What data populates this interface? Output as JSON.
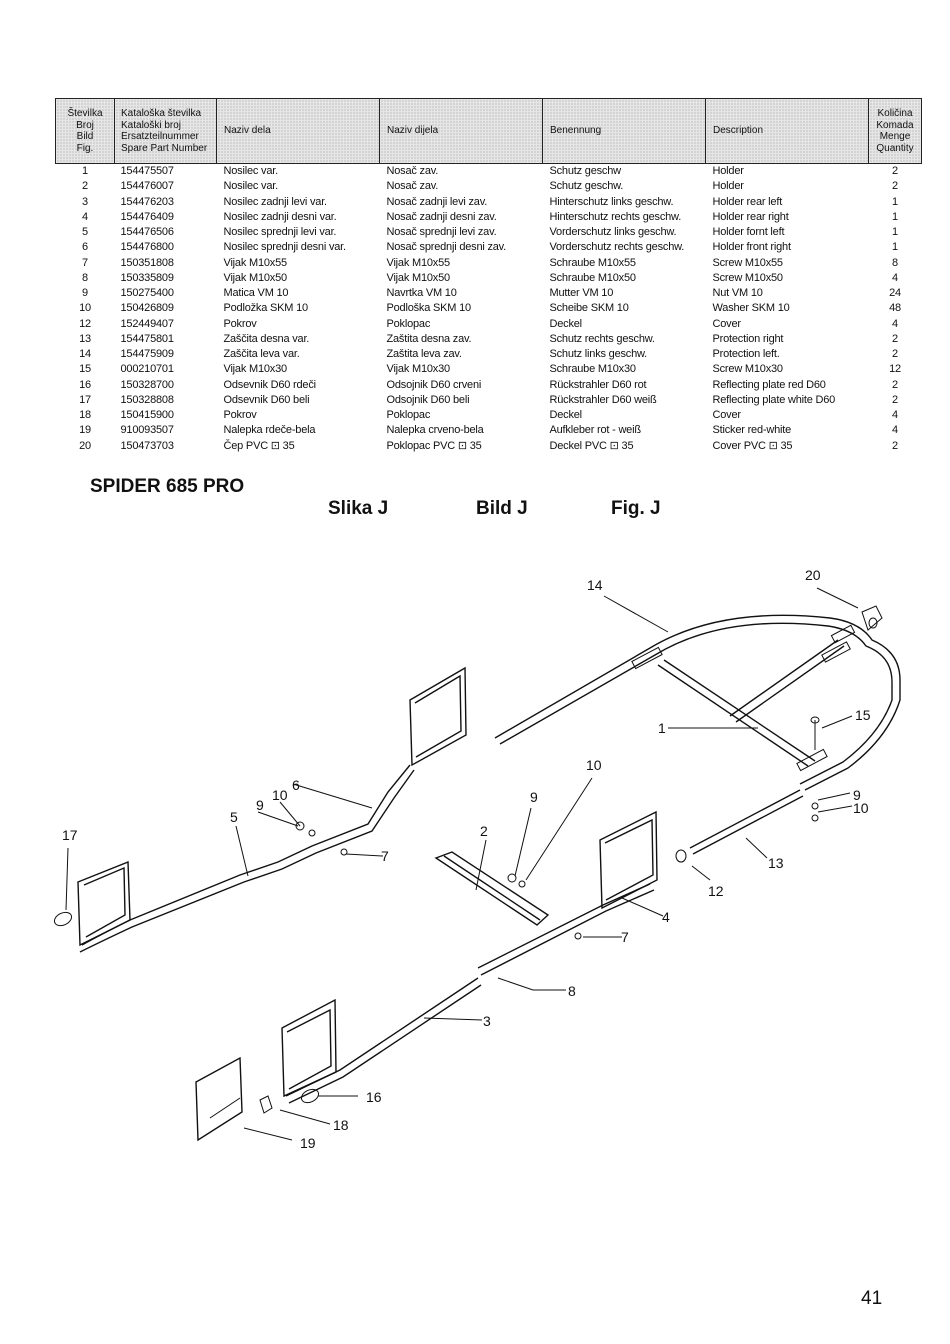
{
  "table": {
    "headers": [
      [
        "Številka",
        "Broj",
        "Bild",
        "Fig."
      ],
      [
        "Kataloška številka",
        "Kataloški broj",
        "Ersatzteilnummer",
        "Spare Part Number"
      ],
      [
        "Naziv dela"
      ],
      [
        "Naziv dijela"
      ],
      [
        "Benennung"
      ],
      [
        "Description"
      ],
      [
        "Količina",
        "Komada",
        "Menge",
        "Quantity"
      ]
    ],
    "rows": [
      [
        "1",
        "154475507",
        "Nosilec var.",
        "Nosač zav.",
        "Schutz geschw",
        "Holder",
        "2"
      ],
      [
        "2",
        "154476007",
        "Nosilec var.",
        "Nosač zav.",
        "Schutz geschw.",
        "Holder",
        "2"
      ],
      [
        "3",
        "154476203",
        "Nosilec zadnji levi var.",
        "Nosač zadnji levi zav.",
        "Hinterschutz links geschw.",
        "Holder rear left",
        "1"
      ],
      [
        "4",
        "154476409",
        "Nosilec zadnji desni var.",
        "Nosač zadnji desni zav.",
        "Hinterschutz rechts geschw.",
        "Holder rear right",
        "1"
      ],
      [
        "5",
        "154476506",
        "Nosilec sprednji levi var.",
        "Nosač sprednji levi zav.",
        "Vorderschutz links geschw.",
        "Holder fornt left",
        "1"
      ],
      [
        "6",
        "154476800",
        "Nosilec sprednji desni var.",
        "Nosač sprednji desni zav.",
        "Vorderschutz rechts geschw.",
        "Holder front right",
        "1"
      ],
      [
        "7",
        "150351808",
        "Vijak M10x55",
        "Vijak M10x55",
        "Schraube M10x55",
        "Screw M10x55",
        "8"
      ],
      [
        "8",
        "150335809",
        "Vijak M10x50",
        "Vijak M10x50",
        "Schraube M10x50",
        "Screw M10x50",
        "4"
      ],
      [
        "9",
        "150275400",
        "Matica VM 10",
        "Navrtka VM 10",
        "Mutter VM 10",
        "Nut VM 10",
        "24"
      ],
      [
        "10",
        "150426809",
        "Podložka SKM 10",
        "Podloška SKM 10",
        "Scheibe SKM 10",
        "Washer SKM 10",
        "48"
      ],
      [
        "12",
        "152449407",
        "Pokrov",
        "Poklopac",
        "Deckel",
        "Cover",
        "4"
      ],
      [
        "13",
        "154475801",
        "Zaščita desna var.",
        "Zaštita desna zav.",
        "Schutz rechts geschw.",
        "Protection right",
        "2"
      ],
      [
        "14",
        "154475909",
        "Zaščita leva var.",
        "Zaštita leva zav.",
        "Schutz links geschw.",
        "Protection left.",
        "2"
      ],
      [
        "15",
        "000210701",
        "Vijak M10x30",
        "Vijak M10x30",
        "Schraube M10x30",
        "Screw M10x30",
        "12"
      ],
      [
        "16",
        "150328700",
        "Odsevnik D60 rdeči",
        "Odsojnik D60 crveni",
        "Rückstrahler D60 rot",
        "Reflecting plate red D60",
        "2"
      ],
      [
        "17",
        "150328808",
        "Odsevnik D60 beli",
        "Odsojnik D60 beli",
        "Rückstrahler D60 weiß",
        "Reflecting plate white D60",
        "2"
      ],
      [
        "18",
        "150415900",
        "Pokrov",
        "Poklopac",
        "Deckel",
        "Cover",
        "4"
      ],
      [
        "19",
        "910093507",
        "Nalepka rdeče-bela",
        "Nalepka crveno-bela",
        "Aufkleber rot - weiß",
        "Sticker red-white",
        "4"
      ],
      [
        "20",
        "150473703",
        "Čep PVC ⊡ 35",
        "Poklopac PVC ⊡ 35",
        "Deckel PVC ⊡ 35",
        "Cover PVC ⊡ 35",
        "2"
      ]
    ]
  },
  "model_title": "SPIDER 685 PRO",
  "figure_labels": [
    "Slika J",
    "Bild J",
    "Fig. J"
  ],
  "callouts": [
    "14",
    "20",
    "15",
    "1",
    "10",
    "6",
    "9",
    "10",
    "5",
    "7",
    "17",
    "2",
    "9",
    "10",
    "13",
    "12",
    "4",
    "7",
    "8",
    "3",
    "16",
    "18",
    "19"
  ],
  "page_number": "41"
}
